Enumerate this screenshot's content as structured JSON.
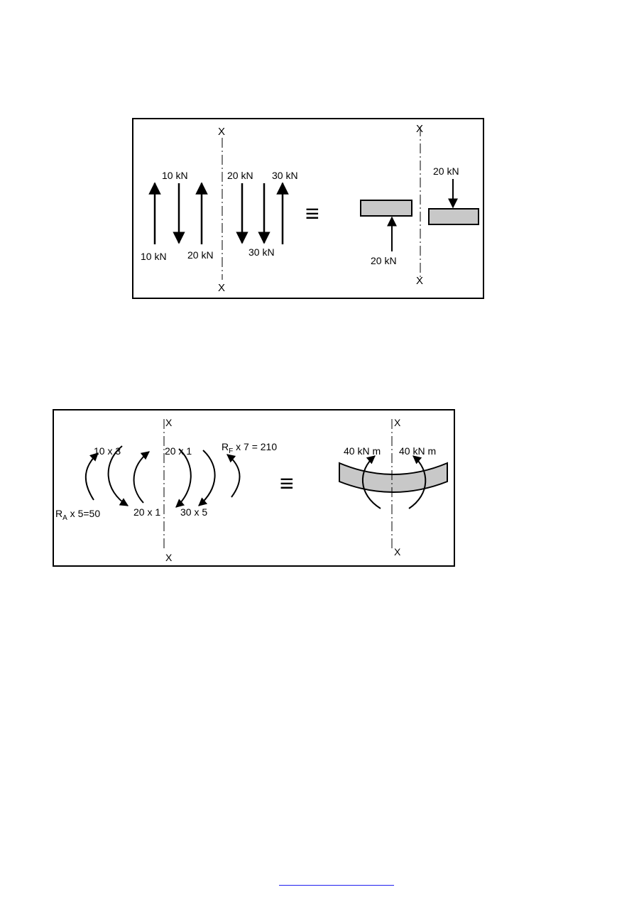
{
  "colors": {
    "ink": "#000000",
    "shade": "#c8c8c8",
    "link": "#1e1ef0"
  },
  "figure1": {
    "section_top": "X",
    "section_bottom": "X",
    "left_side": {
      "label_up_left": "10 kN",
      "label_down_left": "10 kN",
      "label_up_mid": "20 kN"
    },
    "right_side": {
      "label_down_1": "20 kN",
      "label_down_2": "30 kN",
      "label_up_right": "30 kN"
    },
    "equivalence": "≡",
    "result": {
      "section_top": "X",
      "section_bottom": "X",
      "left_force": "20 kN",
      "right_force": "20 kN"
    }
  },
  "figure2": {
    "section_top": "X",
    "section_bottom": "X",
    "moments_left": {
      "m1": "R",
      "m1_sub": "A",
      "m1_rest": " x 5=50",
      "m2": "10 x 3",
      "m3": "20 x 1"
    },
    "moments_right": {
      "m4": "20 x 1",
      "m5": "30 x 5",
      "m6": "R",
      "m6_sub": "F",
      "m6_rest": " x 7 = 210"
    },
    "equivalence": "≡",
    "result": {
      "section_top": "X",
      "section_bottom": "X",
      "left_moment": "40 kN m",
      "right_moment": "40 kN m"
    }
  }
}
